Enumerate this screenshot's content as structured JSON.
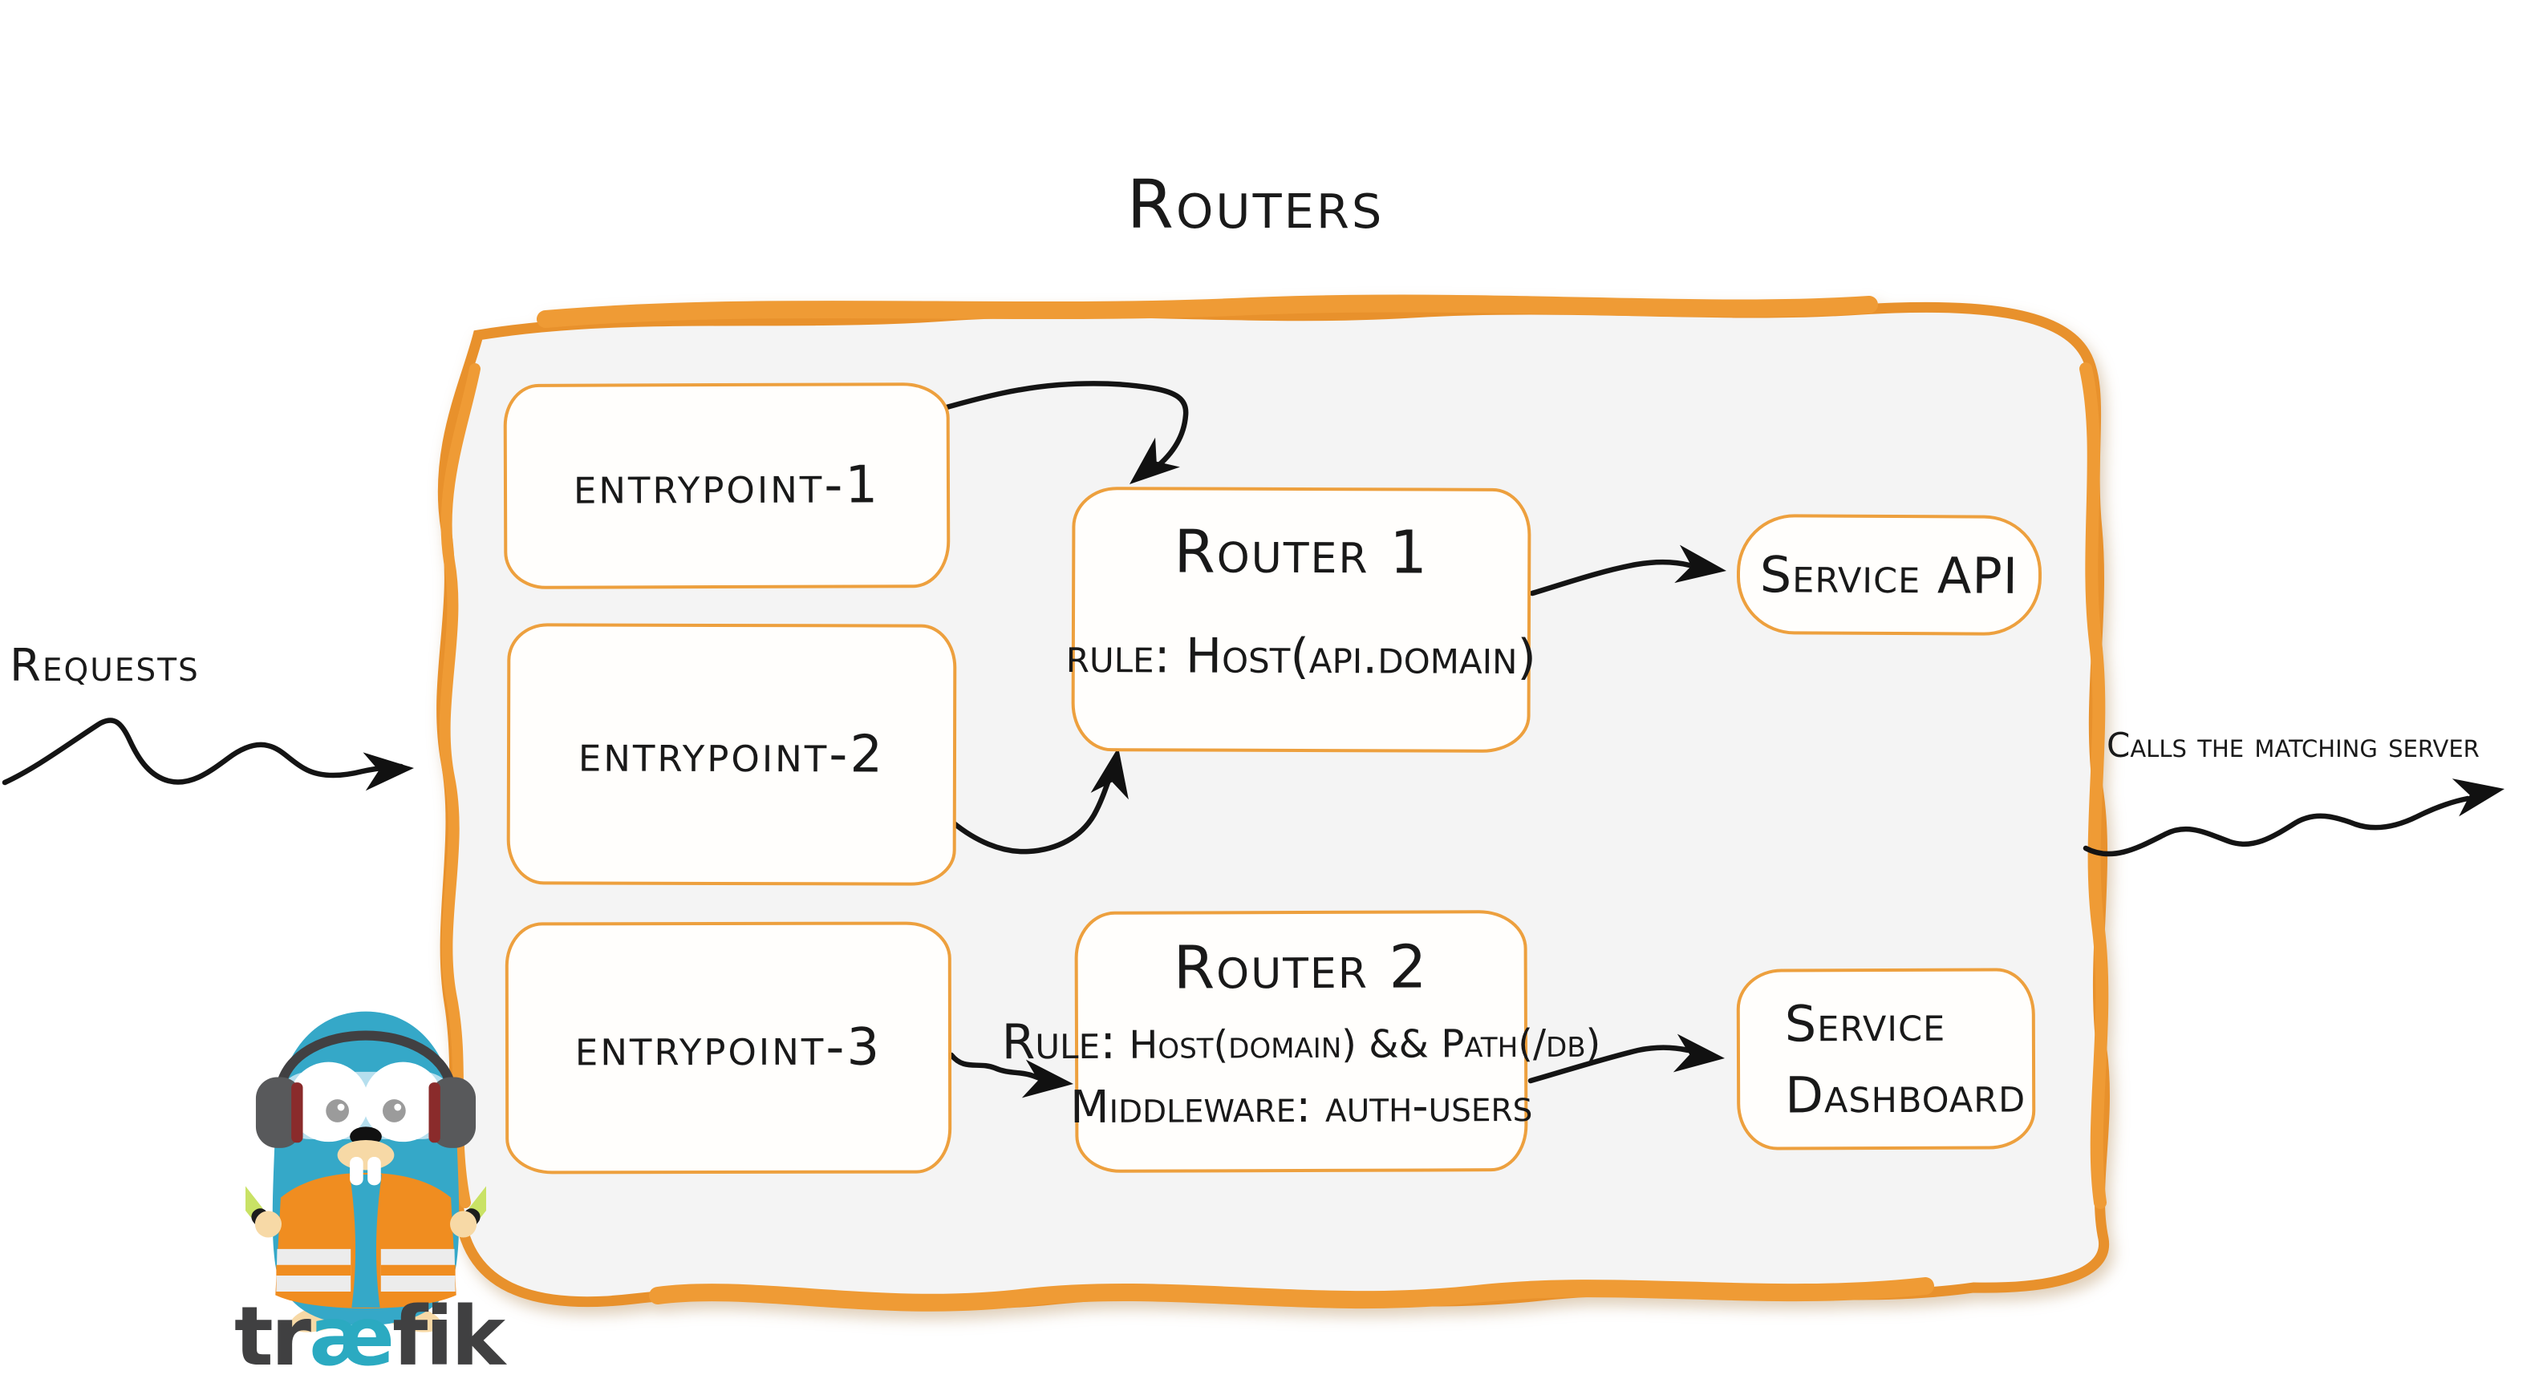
{
  "page": {
    "title": "Routers"
  },
  "annotations": {
    "requests": "Requests",
    "calls": "Calls the matching server"
  },
  "entrypoints": [
    {
      "label": "entrypoint-1"
    },
    {
      "label": "entrypoint-2"
    },
    {
      "label": "entrypoint-3"
    }
  ],
  "routers": [
    {
      "name": "Router 1",
      "rule": "rule: Host(api.domain)"
    },
    {
      "name": "Router 2",
      "rule_label": "Rule:",
      "rule_value": "Host(domain) && Path(/db)",
      "middleware": "Middleware: auth-users"
    }
  ],
  "services": [
    {
      "lines": [
        "Service API"
      ]
    },
    {
      "lines": [
        "Service",
        "Dashboard"
      ]
    }
  ],
  "logo": {
    "pre": "tr",
    "ae": "æ",
    "post": "fik"
  },
  "colors": {
    "container_border": "#e8912c",
    "node_border": "#eda03e",
    "container_fill": "#f4f4f4",
    "ink": "#1a1a1a",
    "arrow": "#141414",
    "brand_teal": "#2baac1",
    "vest_orange": "#f08d20",
    "wand_green": "#c9e265"
  }
}
